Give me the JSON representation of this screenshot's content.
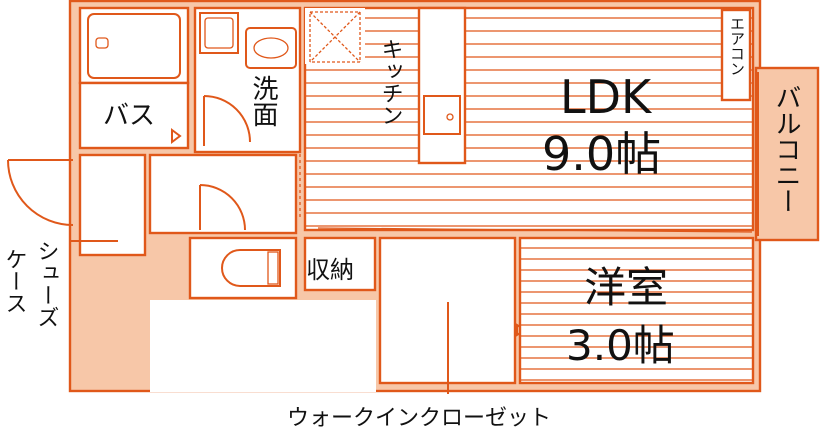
{
  "floorplan": {
    "rooms": {
      "ldk_name": "LDK",
      "ldk_size": "9.0帖",
      "western_name": "洋室",
      "western_size": "3.0帖",
      "kitchen": "キッチン",
      "bath": "バス",
      "washroom": "洗面",
      "storage": "収納",
      "balcony": "バルコニー",
      "aircon": "エアコン",
      "shoe_case_1": "シューズ",
      "shoe_case_2": "ケース",
      "walk_in_closet": "ウォークインクローゼット"
    },
    "colors": {
      "wall": "#e0581a",
      "wall_fill": "#f7c7a8",
      "room_fill": "#ffffff",
      "text": "#111111"
    }
  }
}
